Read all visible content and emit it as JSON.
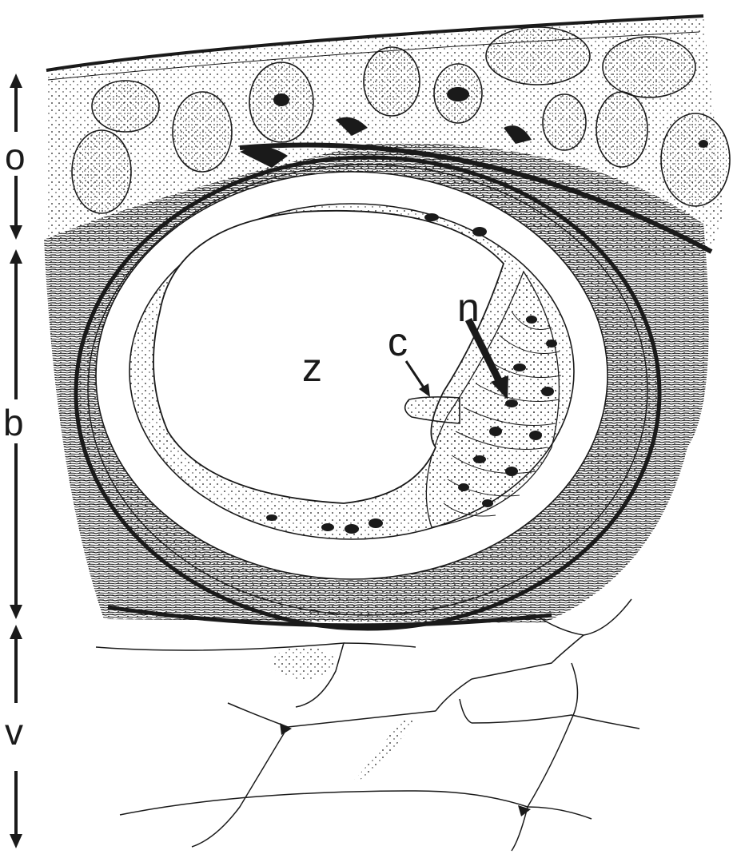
{
  "figure": {
    "labels": {
      "o": "o",
      "b": "b",
      "v": "v",
      "z": "z",
      "c": "c",
      "n": "n"
    },
    "colors": {
      "ink": "#1a1a1a",
      "paper": "#ffffff"
    }
  }
}
